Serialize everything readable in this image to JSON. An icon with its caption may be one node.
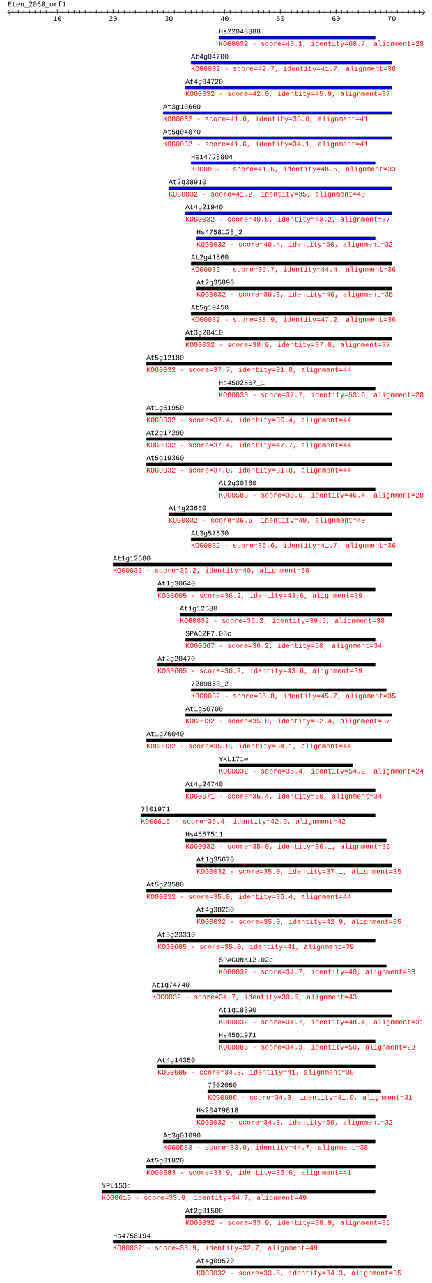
{
  "diagram": {
    "title": "Eten_2068_orf1",
    "nodes": [
      {
        "text": [
          "Hs22043888",
          "KOG0032 - score=43.1, identity=60.7, alignment=28"
        ]
      },
      {
        "text": [
          "At4g04700",
          "KOG0032 - score=42.7, identity=41.7, alignment=36"
        ]
      },
      {
        "text": [
          "At4g04720",
          "KOG0032 - score=42.0, identity=45.9, alignment=37"
        ]
      },
      {
        "text": [
          "At3g10660",
          "KOG0032 - score=41.6, identity=36.6, alignment=41"
        ]
      },
      {
        "text": [
          "At5g04870",
          "KOG0032 - score=41.6, identity=34.1, alignment=41"
        ]
      },
      {
        "text": [
          "Hs14728804",
          "KOG0032 - score=41.6, identity=48.5, alignment=33"
        ]
      },
      {
        "text": [
          "At2g38910",
          "KOG0032 - score=41.2, identity=35, alignment=40"
        ]
      },
      {
        "text": [
          "At4g21940",
          "KOG0032 - score=40.8, identity=43.2, alignment=37"
        ]
      },
      {
        "text": [
          "Hs4758128_2",
          "KOG0032 - score=40.4, identity=50, alignment=32"
        ]
      },
      {
        "text": [
          "At2g41860",
          "KOG0032 - score=39.7, identity=44.4, alignment=36"
        ]
      },
      {
        "text": [
          "At2g35890",
          "KOG0032 - score=39.3, identity=40, alignment=35"
        ]
      },
      {
        "text": [
          "At5g19450",
          "KOG0032 - score=38.9, identity=47.2, alignment=36"
        ]
      },
      {
        "text": [
          "At3g20410",
          "KOG0032 - score=38.9, identity=37.8, alignment=37"
        ]
      },
      {
        "text": [
          "At5g12180",
          "KOG0032 - score=37.7, identity=31.8, alignment=44"
        ]
      },
      {
        "text": [
          "Hs4502567_1",
          "KOG0033 - score=37.7, identity=53.6, alignment=28"
        ]
      },
      {
        "text": [
          "At1g61950",
          "KOG0032 - score=37.4, identity=36.4, alignment=44"
        ]
      },
      {
        "text": [
          "At2g17290",
          "KOG0032 - score=37.4, identity=47.7, alignment=44"
        ]
      },
      {
        "text": [
          "At5g19360",
          "KOG0032 - score=37.0, identity=31.8, alignment=44"
        ]
      },
      {
        "text": [
          "At2g30360",
          "KOG0583 - score=36.6, identity=46.4, alignment=28"
        ]
      },
      {
        "text": [
          "At4g23650",
          "KOG0032 - score=36.6, identity=40, alignment=40"
        ]
      },
      {
        "text": [
          "At3g57530",
          "KOG0032 - score=36.6, identity=41.7, alignment=36"
        ]
      },
      {
        "text": [
          "At1g12680",
          "KOG0032 - score=36.2, identity=40, alignment=50"
        ]
      },
      {
        "text": [
          "At1g30640",
          "KOG0605 - score=36.2, identity=43.6, alignment=39"
        ]
      },
      {
        "text": [
          "At1g12580",
          "KOG0032 - score=36.2, identity=39.5, alignment=38"
        ]
      },
      {
        "text": [
          "SPAC2F7.03c",
          "KOG0667 - score=36.2, identity=50, alignment=34"
        ]
      },
      {
        "text": [
          "At2g20470",
          "KOG0605 - score=36.2, identity=43.6, alignment=39"
        ]
      },
      {
        "text": [
          "7289863_2",
          "KOG0032 - score=35.8, identity=45.7, alignment=35"
        ]
      },
      {
        "text": [
          "At1g50700",
          "KOG0032 - score=35.8, identity=32.4, alignment=37"
        ]
      },
      {
        "text": [
          "At1g76040",
          "KOG0032 - score=35.8, identity=34.1, alignment=44"
        ]
      },
      {
        "text": [
          "YKL171w",
          "KOG0032 - score=35.4, identity=54.2, alignment=24"
        ]
      },
      {
        "text": [
          "At4g24740",
          "KOG0671 - score=35.4, identity=50, alignment=34"
        ]
      },
      {
        "text": [
          "7301971",
          "KOG0616 - score=35.4, identity=42.9, alignment=42"
        ]
      },
      {
        "text": [
          "Hs4557511",
          "KOG0032 - score=35.0, identity=36.1, alignment=36"
        ]
      },
      {
        "text": [
          "At1g35670",
          "KOG0032 - score=35.0, identity=37.1, alignment=35"
        ]
      },
      {
        "text": [
          "At5g23580",
          "KOG0032 - score=35.0, identity=36.4, alignment=44"
        ]
      },
      {
        "text": [
          "At4g38230",
          "KOG0032 - score=35.0, identity=42.9, alignment=35"
        ]
      },
      {
        "text": [
          "At3g23310",
          "KOG0605 - score=35.0, identity=41, alignment=39"
        ]
      },
      {
        "text": [
          "SPACUNK12.02c",
          "KOG0032 - score=34.7, identity=40, alignment=30"
        ]
      },
      {
        "text": [
          "At1g74740",
          "KOG0032 - score=34.7, identity=39.5, alignment=43"
        ]
      },
      {
        "text": [
          "At1g18890",
          "KOG0032 - score=34.7, identity=48.4, alignment=31"
        ]
      },
      {
        "text": [
          "Hs4501971",
          "KOG0986 - score=34.3, identity=50, alignment=28"
        ]
      },
      {
        "text": [
          "At4g14350",
          "KOG0605 - score=34.3, identity=41, alignment=39"
        ]
      },
      {
        "text": [
          "7302050",
          "KOG0986 - score=34.3, identity=41.9, alignment=31"
        ]
      },
      {
        "text": [
          "Hs20479818",
          "KOG0032 - score=34.3, identity=50, alignment=32"
        ]
      },
      {
        "text": [
          "At3g01090",
          "KOG0583 - score=33.9, identity=44.7, alignment=38"
        ]
      },
      {
        "text": [
          "At5g01820",
          "KOG0583 - score=33.9, identity=36.6, alignment=41"
        ]
      },
      {
        "text": [
          "YPL153c",
          "KOG0615 - score=33.9, identity=34.7, alignment=49"
        ]
      },
      {
        "text": [
          "At2g31500",
          "KOG0032 - score=33.9, identity=38.9, alignment=36"
        ]
      },
      {
        "text": [
          "Hs4758194",
          "KOG0032 - score=33.9, identity=32.7, alignment=49"
        ]
      },
      {
        "text": [
          "At4g09570",
          "KOG0032 - score=33.5, identity=34.3, alignment=35"
        ]
      }
    ],
    "labels": [
      "10",
      "20",
      "30",
      "40",
      "50",
      "60",
      "70"
    ]
  }
}
